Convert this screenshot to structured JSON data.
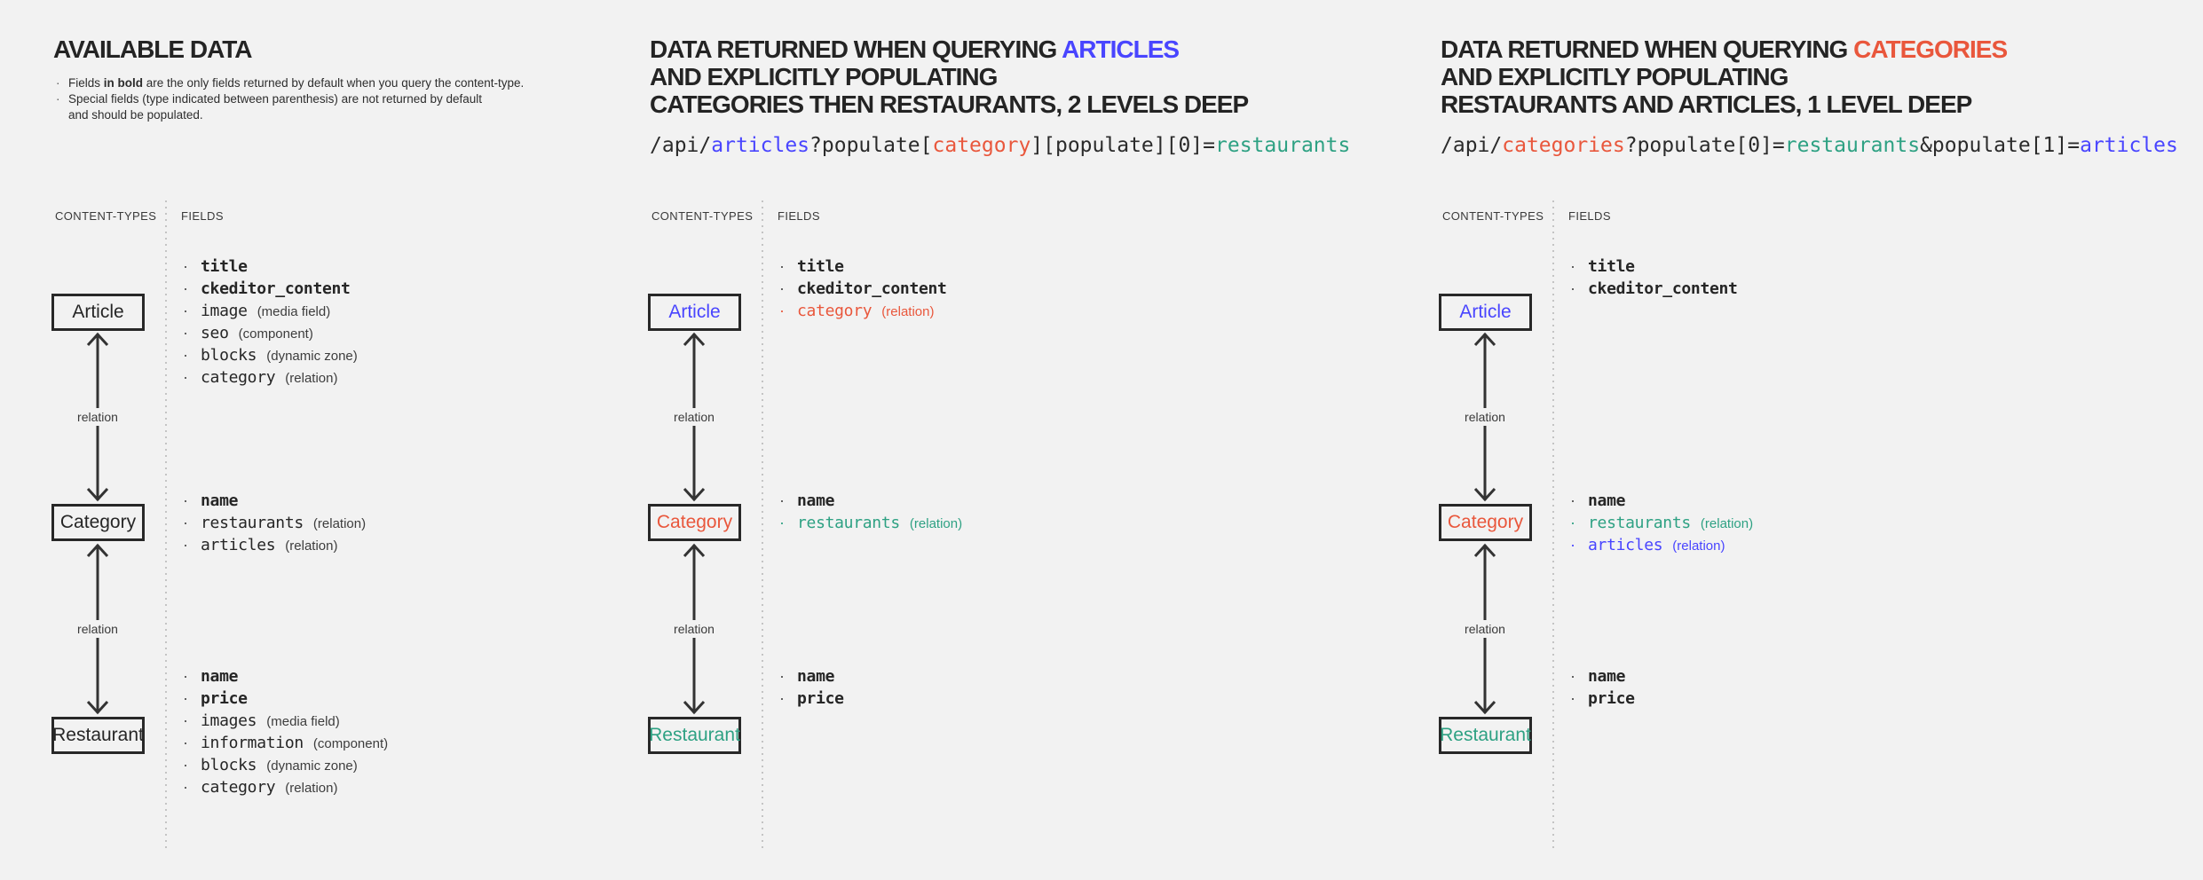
{
  "colors": {
    "background": "#f2f2f2",
    "ink": "#262626",
    "blue": "#4945ff",
    "red": "#e9573c",
    "teal": "#2ea183",
    "muted": "#3d3d3d"
  },
  "shared": {
    "content_types_label": "CONTENT-TYPES",
    "fields_label": "FIELDS",
    "relation_label": "relation"
  },
  "panels": [
    {
      "name": "available-data",
      "title_lines": [
        [
          {
            "text": "AVAILABLE DATA"
          }
        ]
      ],
      "notes": [
        {
          "continuation": false,
          "parts": [
            {
              "text": "Fields "
            },
            {
              "text": "in bold",
              "bold": true
            },
            {
              "text": " are the only fields returned by default when you query the content-type."
            }
          ]
        },
        {
          "continuation": false,
          "parts": [
            {
              "text": "Special fields (type indicated between parenthesis) are not returned by default"
            }
          ]
        },
        {
          "continuation": true,
          "parts": [
            {
              "text": "and should be populated."
            }
          ]
        }
      ],
      "code": null,
      "content_types": [
        {
          "label": "Article",
          "color": "ink"
        },
        {
          "label": "Category",
          "color": "ink"
        },
        {
          "label": "Restaurant",
          "color": "ink"
        }
      ],
      "field_groups": [
        [
          {
            "name": "title",
            "bold": true,
            "color": "ink"
          },
          {
            "name": "ckeditor_content",
            "bold": true,
            "color": "ink"
          },
          {
            "name": "image",
            "type": "(media field)",
            "color": "ink"
          },
          {
            "name": "seo",
            "type": "(component)",
            "color": "ink"
          },
          {
            "name": "blocks",
            "type": "(dynamic zone)",
            "color": "ink"
          },
          {
            "name": "category",
            "type": "(relation)",
            "color": "ink"
          }
        ],
        [
          {
            "name": "name",
            "bold": true,
            "color": "ink"
          },
          {
            "name": "restaurants",
            "type": "(relation)",
            "color": "ink"
          },
          {
            "name": "articles",
            "type": "(relation)",
            "color": "ink"
          }
        ],
        [
          {
            "name": "name",
            "bold": true,
            "color": "ink"
          },
          {
            "name": "price",
            "bold": true,
            "color": "ink"
          },
          {
            "name": "images",
            "type": "(media field)",
            "color": "ink"
          },
          {
            "name": "information",
            "type": "(component)",
            "color": "ink"
          },
          {
            "name": "blocks",
            "type": "(dynamic zone)",
            "color": "ink"
          },
          {
            "name": "category",
            "type": "(relation)",
            "color": "ink"
          }
        ]
      ]
    },
    {
      "name": "query-articles",
      "title_lines": [
        [
          {
            "text": "DATA RETURNED WHEN QUERYING "
          },
          {
            "text": "ARTICLES",
            "color": "blue"
          }
        ],
        [
          {
            "text": "AND EXPLICITLY POPULATING"
          }
        ],
        [
          {
            "text": "CATEGORIES THEN RESTAURANTS, 2 LEVELS DEEP"
          }
        ]
      ],
      "notes": null,
      "code": [
        {
          "text": "/api/"
        },
        {
          "text": "articles",
          "color": "blue"
        },
        {
          "text": "?populate["
        },
        {
          "text": "category",
          "color": "red"
        },
        {
          "text": "][populate][0]="
        },
        {
          "text": "restaurants",
          "color": "teal"
        }
      ],
      "content_types": [
        {
          "label": "Article",
          "color": "blue"
        },
        {
          "label": "Category",
          "color": "red"
        },
        {
          "label": "Restaurant",
          "color": "teal"
        }
      ],
      "field_groups": [
        [
          {
            "name": "title",
            "bold": true,
            "color": "ink"
          },
          {
            "name": "ckeditor_content",
            "bold": true,
            "color": "ink"
          },
          {
            "name": "category",
            "type": "(relation)",
            "color": "red"
          }
        ],
        [
          {
            "name": "name",
            "bold": true,
            "color": "ink"
          },
          {
            "name": "restaurants",
            "type": "(relation)",
            "color": "teal"
          }
        ],
        [
          {
            "name": "name",
            "bold": true,
            "color": "ink"
          },
          {
            "name": "price",
            "bold": true,
            "color": "ink"
          }
        ]
      ]
    },
    {
      "name": "query-categories",
      "title_lines": [
        [
          {
            "text": "DATA RETURNED WHEN QUERYING "
          },
          {
            "text": "CATEGORIES",
            "color": "red"
          }
        ],
        [
          {
            "text": "AND EXPLICITLY POPULATING"
          }
        ],
        [
          {
            "text": "RESTAURANTS AND ARTICLES, 1 LEVEL DEEP"
          }
        ]
      ],
      "notes": null,
      "code": [
        {
          "text": "/api/"
        },
        {
          "text": "categories",
          "color": "red"
        },
        {
          "text": "?populate[0]="
        },
        {
          "text": "restaurants",
          "color": "teal"
        },
        {
          "text": "&populate[1]="
        },
        {
          "text": "articles",
          "color": "blue"
        }
      ],
      "content_types": [
        {
          "label": "Article",
          "color": "blue"
        },
        {
          "label": "Category",
          "color": "red"
        },
        {
          "label": "Restaurant",
          "color": "teal"
        }
      ],
      "field_groups": [
        [
          {
            "name": "title",
            "bold": true,
            "color": "ink"
          },
          {
            "name": "ckeditor_content",
            "bold": true,
            "color": "ink"
          }
        ],
        [
          {
            "name": "name",
            "bold": true,
            "color": "ink"
          },
          {
            "name": "restaurants",
            "type": "(relation)",
            "color": "teal"
          },
          {
            "name": "articles",
            "type": "(relation)",
            "color": "blue"
          }
        ],
        [
          {
            "name": "name",
            "bold": true,
            "color": "ink"
          },
          {
            "name": "price",
            "bold": true,
            "color": "ink"
          }
        ]
      ]
    }
  ]
}
